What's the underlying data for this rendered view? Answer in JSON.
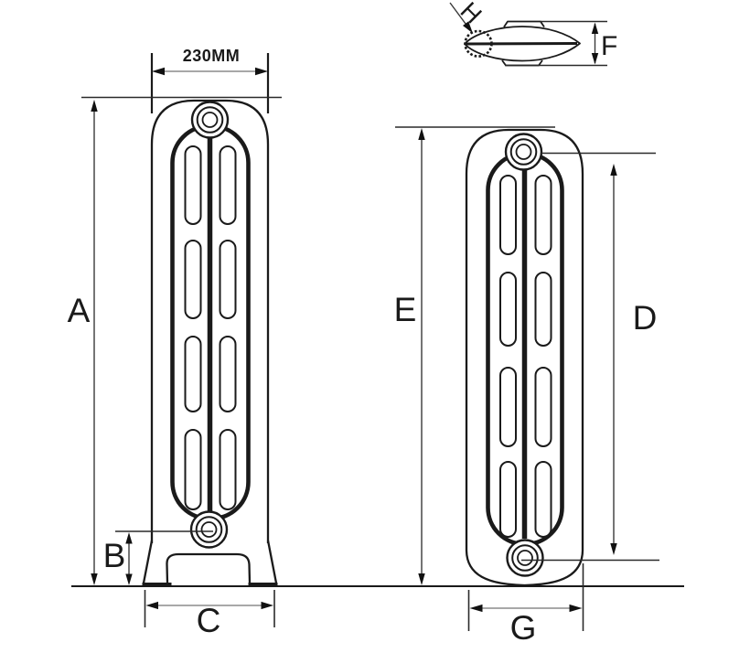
{
  "diagram": {
    "front_view": {
      "top_width_label": "230MM",
      "overall_height_label": "A",
      "foot_height_label": "B",
      "base_width_label": "C"
    },
    "side_view": {
      "overall_height_label": "E",
      "tapping_centres_label": "D",
      "base_width_label": "G"
    },
    "section_view": {
      "section_height_label": "F",
      "tip_label": "H"
    },
    "colors": {
      "outline": "#1a1a1a",
      "dimension_line": "#3a3a3a",
      "dimension_line_light": "#8c8c8c",
      "background": "#ffffff"
    }
  }
}
